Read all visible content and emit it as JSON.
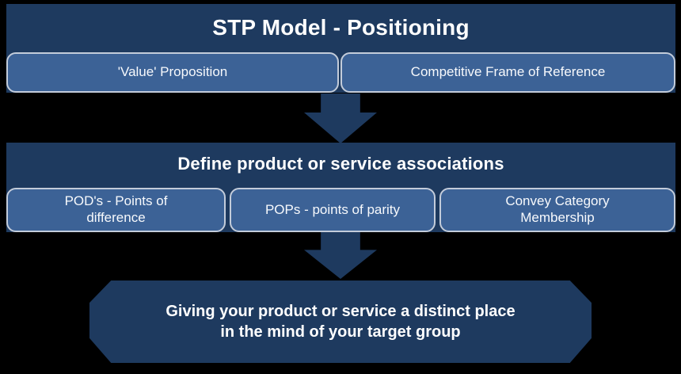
{
  "page_title": "STP Model - Positioning",
  "colors": {
    "background": "#000000",
    "panel_navy": "#1E3A5F",
    "box_blue": "#3C6296",
    "box_border": "#C3CCDA",
    "text": "#FFFFFF"
  },
  "top_section": {
    "title": "STP Model - Positioning",
    "boxes": [
      "'Value' Proposition",
      "Competitive Frame of Reference"
    ]
  },
  "middle_section": {
    "title": "Define product or service associations",
    "boxes": [
      "POD's - Points of\ndifference",
      "POPs - points of parity",
      "Convey Category\nMembership"
    ]
  },
  "conclusion": {
    "text": "Giving your product or service a distinct place\nin the mind of your target group"
  },
  "icons": [
    {
      "name": "block-down-arrow",
      "count": 2
    }
  ]
}
